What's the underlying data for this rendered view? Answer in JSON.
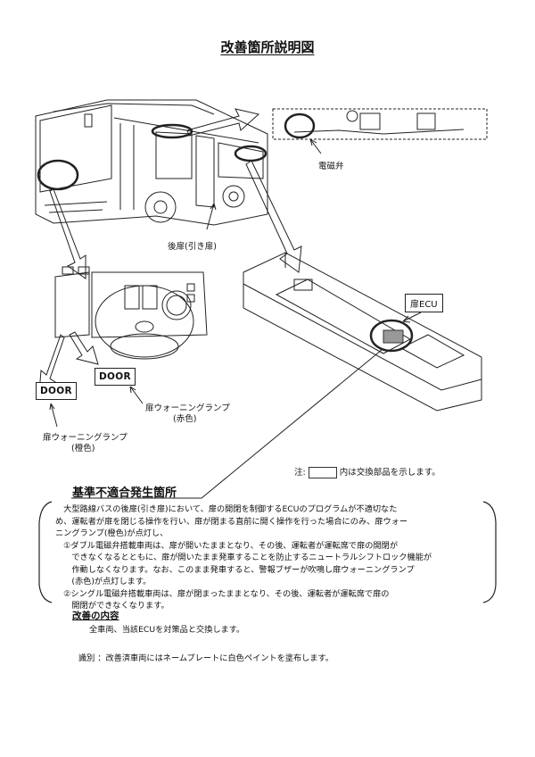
{
  "document": {
    "title": "改善箇所説明図"
  },
  "figure": {
    "bus_rear_door_label": "後扉(引き扉)",
    "solenoid_valve_label": "電磁弁",
    "door_ecu_label": "扉ECU",
    "door_lamp_badge_1": "DOOR",
    "door_lamp_badge_2": "DOOR",
    "lamp_red_label": "扉ウォーニングランプ",
    "lamp_red_color": "(赤色)",
    "lamp_orange_label": "扉ウォーニングランプ",
    "lamp_orange_color": "(橙色)"
  },
  "note": {
    "prefix": "注:",
    "suffix": "内は交換部品を示します。"
  },
  "defect_section": {
    "heading": "基準不適合発生箇所",
    "lines": [
      "　大型路線バスの後扉(引き扉)において、扉の開閉を制御するECUのプログラムが不適切なた",
      "め、運転者が扉を閉じる操作を行い、扉が閉まる直前に開く操作を行った場合にのみ、扉ウォー",
      "ニングランプ(橙色)が点灯し、",
      "　①ダブル電磁弁搭載車両は、扉が開いたままとなり、その後、運転者が運転席で扉の開閉が",
      "　　できなくなるとともに、扉が開いたまま発車することを防止するニュートラルシフトロック機能が",
      "　　作動しなくなります。なお、このまま発車すると、警報ブザーが吹鳴し扉ウォーニングランプ",
      "　　(赤色)が点灯します。",
      "　②シングル電磁弁搭載車両は、扉が閉まったままとなり、その後、運転者が運転席で扉の",
      "　　開閉ができなくなります。"
    ]
  },
  "remedy_section": {
    "heading": "改善の内容",
    "text": "全車両、当該ECUを対策品と交換します。"
  },
  "identification": {
    "label": "識別",
    "text": "：改善済車両にはネームプレートに白色ペイントを塗布します。"
  }
}
